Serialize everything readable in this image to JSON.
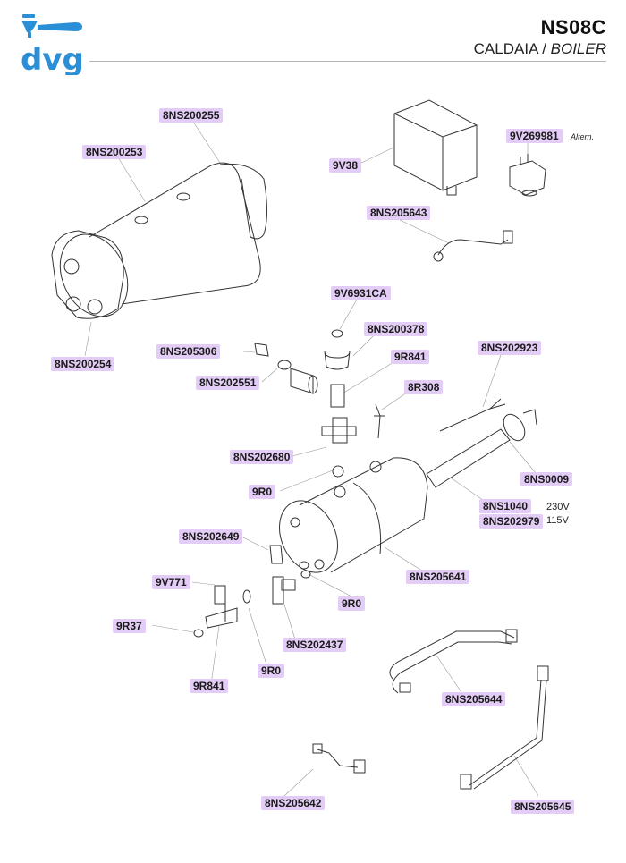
{
  "header": {
    "logo_text": "dvg",
    "code": "NS08C",
    "title_it": "CALDAIA",
    "separator": " / ",
    "title_en": "BOILER"
  },
  "colors": {
    "brand": "#2a8fd6",
    "label_bg": "#e3ccf5",
    "line": "#333333"
  },
  "parts": [
    {
      "code": "8NS200255"
    },
    {
      "code": "8NS200253"
    },
    {
      "code": "8NS200254"
    },
    {
      "code": "9V38"
    },
    {
      "code": "9V269981",
      "note": "Altern."
    },
    {
      "code": "8NS205643"
    },
    {
      "code": "9V6931CA"
    },
    {
      "code": "8NS200378"
    },
    {
      "code": "8NS205306"
    },
    {
      "code": "9R841"
    },
    {
      "code": "8NS202551"
    },
    {
      "code": "8R308"
    },
    {
      "code": "8NS202923"
    },
    {
      "code": "8NS202680"
    },
    {
      "code": "8NS0009"
    },
    {
      "code": "9R0"
    },
    {
      "code": "8NS1040",
      "note": "230V"
    },
    {
      "code": "8NS202979",
      "note": "115V"
    },
    {
      "code": "8NS202649"
    },
    {
      "code": "8NS205641"
    },
    {
      "code": "9V771"
    },
    {
      "code": "9R0"
    },
    {
      "code": "9R37"
    },
    {
      "code": "8NS202437"
    },
    {
      "code": "9R0"
    },
    {
      "code": "9R841"
    },
    {
      "code": "8NS205644"
    },
    {
      "code": "8NS205642"
    },
    {
      "code": "8NS205645"
    }
  ]
}
